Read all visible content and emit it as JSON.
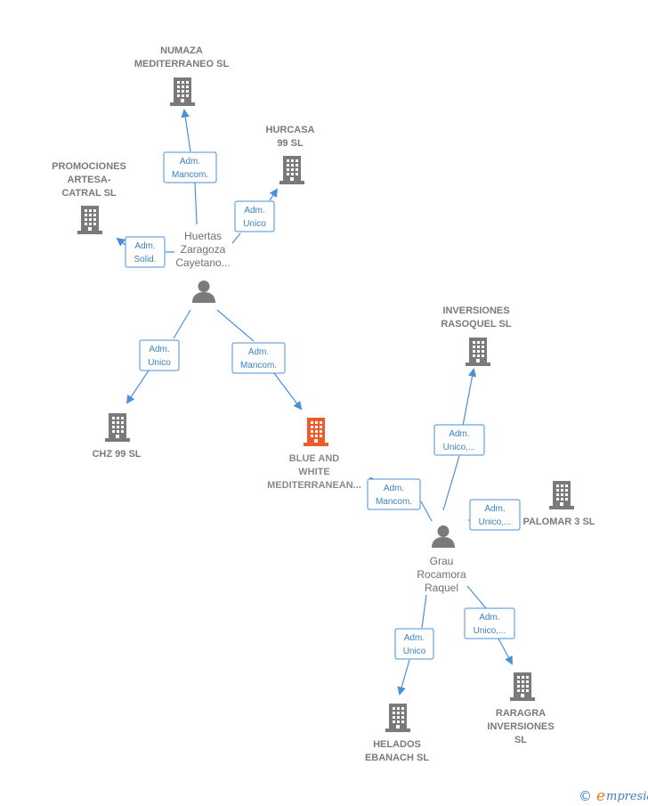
{
  "colors": {
    "company": "#7a7a7a",
    "company_highlight": "#f05a28",
    "person": "#7a7a7a",
    "edge": "#4a90d9",
    "relation_text": "#3b82c4"
  },
  "icons": {
    "company": "building-icon",
    "person": "person-icon"
  },
  "companies": [
    {
      "id": "numaza",
      "lines": [
        "NUMAZA",
        "MEDITERRANEO SL"
      ]
    },
    {
      "id": "hurcasa",
      "lines": [
        "HURCASA",
        "99 SL"
      ]
    },
    {
      "id": "promociones",
      "lines": [
        "PROMOCIONES",
        "ARTESA-",
        "CATRAL SL"
      ]
    },
    {
      "id": "chz",
      "lines": [
        "CHZ 99 SL"
      ]
    },
    {
      "id": "blue",
      "lines": [
        "BLUE AND",
        "WHITE",
        "MEDITERRANEAN..."
      ],
      "highlight": true
    },
    {
      "id": "rasoquel",
      "lines": [
        "INVERSIONES",
        "RASOQUEL  SL"
      ]
    },
    {
      "id": "palomar",
      "lines": [
        "PALOMAR 3  SL"
      ]
    },
    {
      "id": "helados",
      "lines": [
        "HELADOS",
        "EBANACH SL"
      ]
    },
    {
      "id": "raragra",
      "lines": [
        "RARAGRA",
        "INVERSIONES",
        "SL"
      ]
    }
  ],
  "people": [
    {
      "id": "huertas",
      "lines": [
        "Huertas",
        "Zaragoza",
        "Cayetano..."
      ]
    },
    {
      "id": "grau",
      "lines": [
        "Grau",
        "Rocamora",
        "Raquel"
      ]
    }
  ],
  "relations": [
    {
      "id": "r-numaza",
      "lines": [
        "Adm.",
        "Mancom."
      ]
    },
    {
      "id": "r-hurcasa",
      "lines": [
        "Adm.",
        "Unico"
      ]
    },
    {
      "id": "r-promociones",
      "lines": [
        "Adm.",
        "Solid."
      ]
    },
    {
      "id": "r-chz",
      "lines": [
        "Adm.",
        "Unico"
      ]
    },
    {
      "id": "r-blue-huertas",
      "lines": [
        "Adm.",
        "Mancom."
      ]
    },
    {
      "id": "r-rasoquel",
      "lines": [
        "Adm.",
        "Unico,..."
      ]
    },
    {
      "id": "r-blue-grau",
      "lines": [
        "Adm.",
        "Mancom."
      ]
    },
    {
      "id": "r-palomar",
      "lines": [
        "Adm.",
        "Unico,..."
      ]
    },
    {
      "id": "r-helados",
      "lines": [
        "Adm.",
        "Unico"
      ]
    },
    {
      "id": "r-raragra",
      "lines": [
        "Adm.",
        "Unico,..."
      ]
    }
  ],
  "brand": {
    "copyright": "©",
    "initial": "e",
    "rest": "mpresia"
  }
}
